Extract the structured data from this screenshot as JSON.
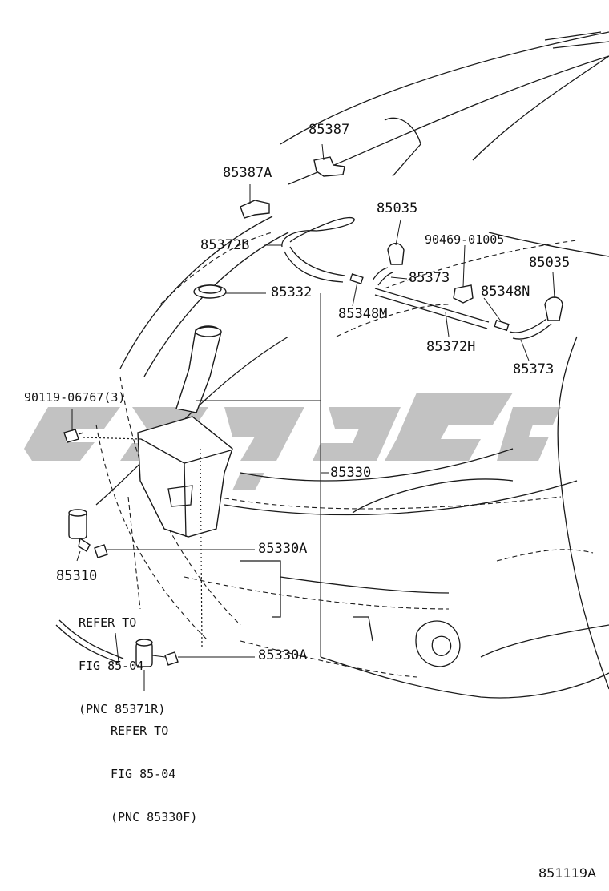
{
  "labels": {
    "p85387": "85387",
    "p85387A": "85387A",
    "p85035a": "85035",
    "p90469": "90469-01005",
    "p85035b": "85035",
    "p85372B": "85372B",
    "p85373a": "85373",
    "p85332": "85332",
    "p85348N": "85348N",
    "p85348M": "85348M",
    "p85372H": "85372H",
    "p85373b": "85373",
    "p90119": "90119-06767(3)",
    "p85330": "85330",
    "p85330Aa": "85330A",
    "p85310": "85310",
    "p85330Ab": "85330A"
  },
  "notes": {
    "refer1": [
      "REFER TO",
      "FIG 85-04",
      "(PNC 85371R)"
    ],
    "refer2": [
      "REFER TO",
      "FIG 85-04",
      "(PNC 85330F)"
    ]
  },
  "figure_id": "851119A"
}
